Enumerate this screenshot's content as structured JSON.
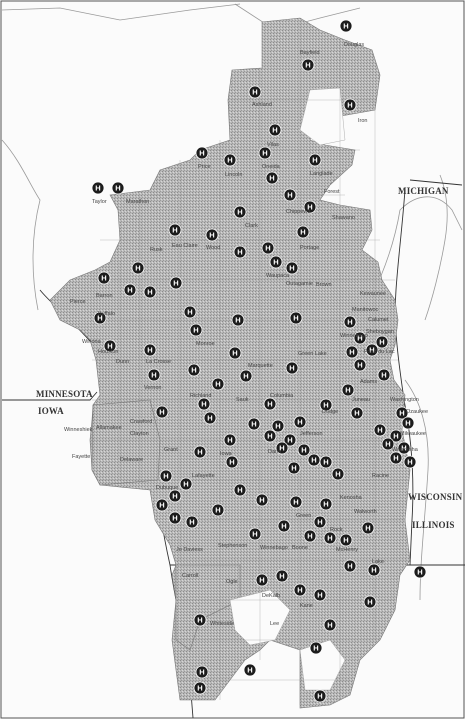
{
  "state_labels": {
    "michigan": "MICHIGAN",
    "minnesota": "MINNESOTA",
    "iowa": "IOWA",
    "wisconsin": "WISCONSIN",
    "illinois": "ILLINOIS"
  },
  "county_labels": [
    "Douglas",
    "Bayfield",
    "Ashland",
    "Iron",
    "Vilas",
    "Price",
    "Oneida",
    "Lincoln",
    "Langlade",
    "Taylor",
    "Marathon",
    "Chippewa",
    "Clark",
    "Eau Claire",
    "Wood",
    "Portage",
    "Waupaca",
    "Outagamie",
    "Brown",
    "Manitowoc",
    "Winnebago",
    "Fond du Lac",
    "Adams",
    "Juneau",
    "Monroe",
    "La Crosse",
    "Vernon",
    "Richland",
    "Sauk",
    "Columbia",
    "Dodge",
    "Washington",
    "Ozaukee",
    "Milwaukee",
    "Waukesha",
    "Racine",
    "Kenosha",
    "Jefferson",
    "Dane",
    "Iowa",
    "Grant",
    "Green",
    "Rock",
    "Walworth",
    "Dubuque",
    "Winneshiek",
    "Allamakee",
    "Clayton",
    "Fayette",
    "Delaware",
    "Jo Daviess",
    "Stephenson",
    "Winnebago",
    "Boone",
    "McHenry",
    "Lake",
    "Carroll",
    "Ogle",
    "DeKalb",
    "Kane",
    "Whiteside",
    "Lee",
    "Barron",
    "Buffalo",
    "Pierce",
    "Dunn",
    "Rusk",
    "Marquette",
    "Green Lake",
    "Sheboygan",
    "Calumet",
    "Kewaunee",
    "Forest",
    "Shawano",
    "Crawford",
    "Lafayette",
    "Houston",
    "Winona"
  ],
  "hospital_icon_letter": "H"
}
